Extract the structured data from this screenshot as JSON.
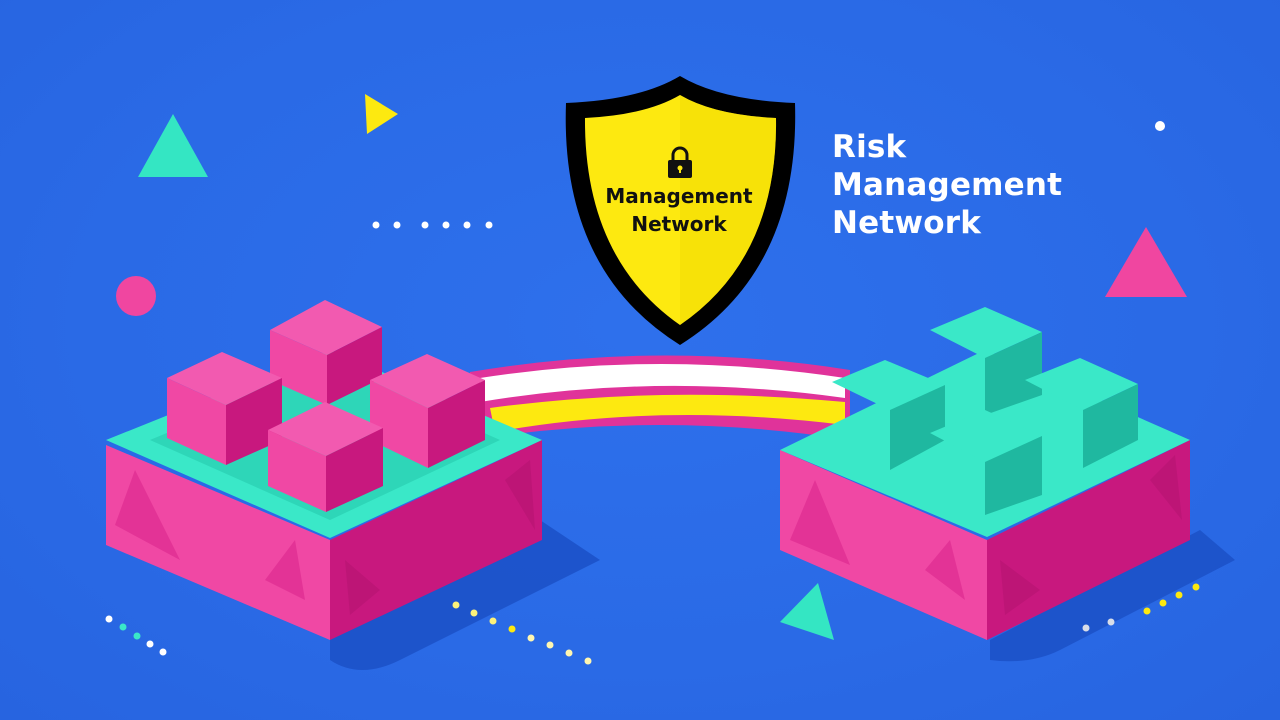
{
  "heading": {
    "line1": "Risk",
    "line2": "Management",
    "line3": "Network"
  },
  "shield": {
    "icon": "lock-icon",
    "line1": "Management",
    "line2": "Network"
  },
  "colors": {
    "background": "#2a6ae6",
    "pink": "#f046a0",
    "pink_dark": "#c8187e",
    "teal": "#3ae8c8",
    "teal_dark": "#1fb8a0",
    "yellow": "#fde910",
    "white": "#ffffff",
    "shadow": "#1a4fc4"
  },
  "decorations": {
    "left_block": "pink-blocks-on-teal-tray",
    "right_block": "teal-blocks-on-pink-base",
    "bridge": "striped-arc-pink-white-yellow"
  }
}
